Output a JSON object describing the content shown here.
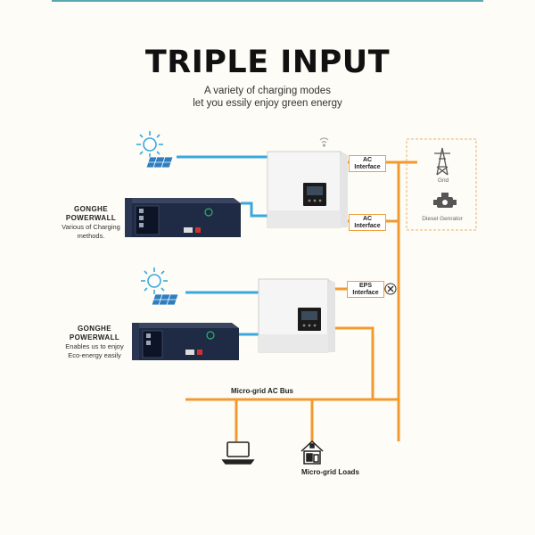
{
  "header": {
    "title": "TRIPLE INPUT",
    "subtitle_line1": "A variety of charging modes",
    "subtitle_line2": "let you essily enjoy green energy"
  },
  "system1": {
    "brand_line1": "GONGHE",
    "brand_line2": "POWERWALL",
    "desc_line1": "Various of Charging",
    "desc_line2": "methods."
  },
  "system2": {
    "brand_line1": "GONGHE",
    "brand_line2": "POWERWALL",
    "desc_line1": "Enables us to enjoy",
    "desc_line2": "Eco-energy easily"
  },
  "interfaces": {
    "ac1_line1": "AC",
    "ac1_line2": "Interface",
    "ac2_line1": "AC",
    "ac2_line2": "Interface",
    "eps_line1": "EPS",
    "eps_line2": "Interface"
  },
  "grid_panel": {
    "grid_label": "Grid",
    "diesel_label": "Diesel Genrator"
  },
  "bus": {
    "label": "Micro-grid AC Bus",
    "loads_label": "Micro-grid Loads"
  },
  "colors": {
    "dc_line": "#3aa8dc",
    "ac_line": "#f29a30",
    "inverter": "#f4f4f4",
    "battery": "#1f2a44"
  },
  "icons": [
    "sun-icon",
    "solar-panel-icon",
    "wifi-icon",
    "grid-tower-icon",
    "engine-icon",
    "laptop-icon",
    "house-icon",
    "breaker-x-icon"
  ]
}
